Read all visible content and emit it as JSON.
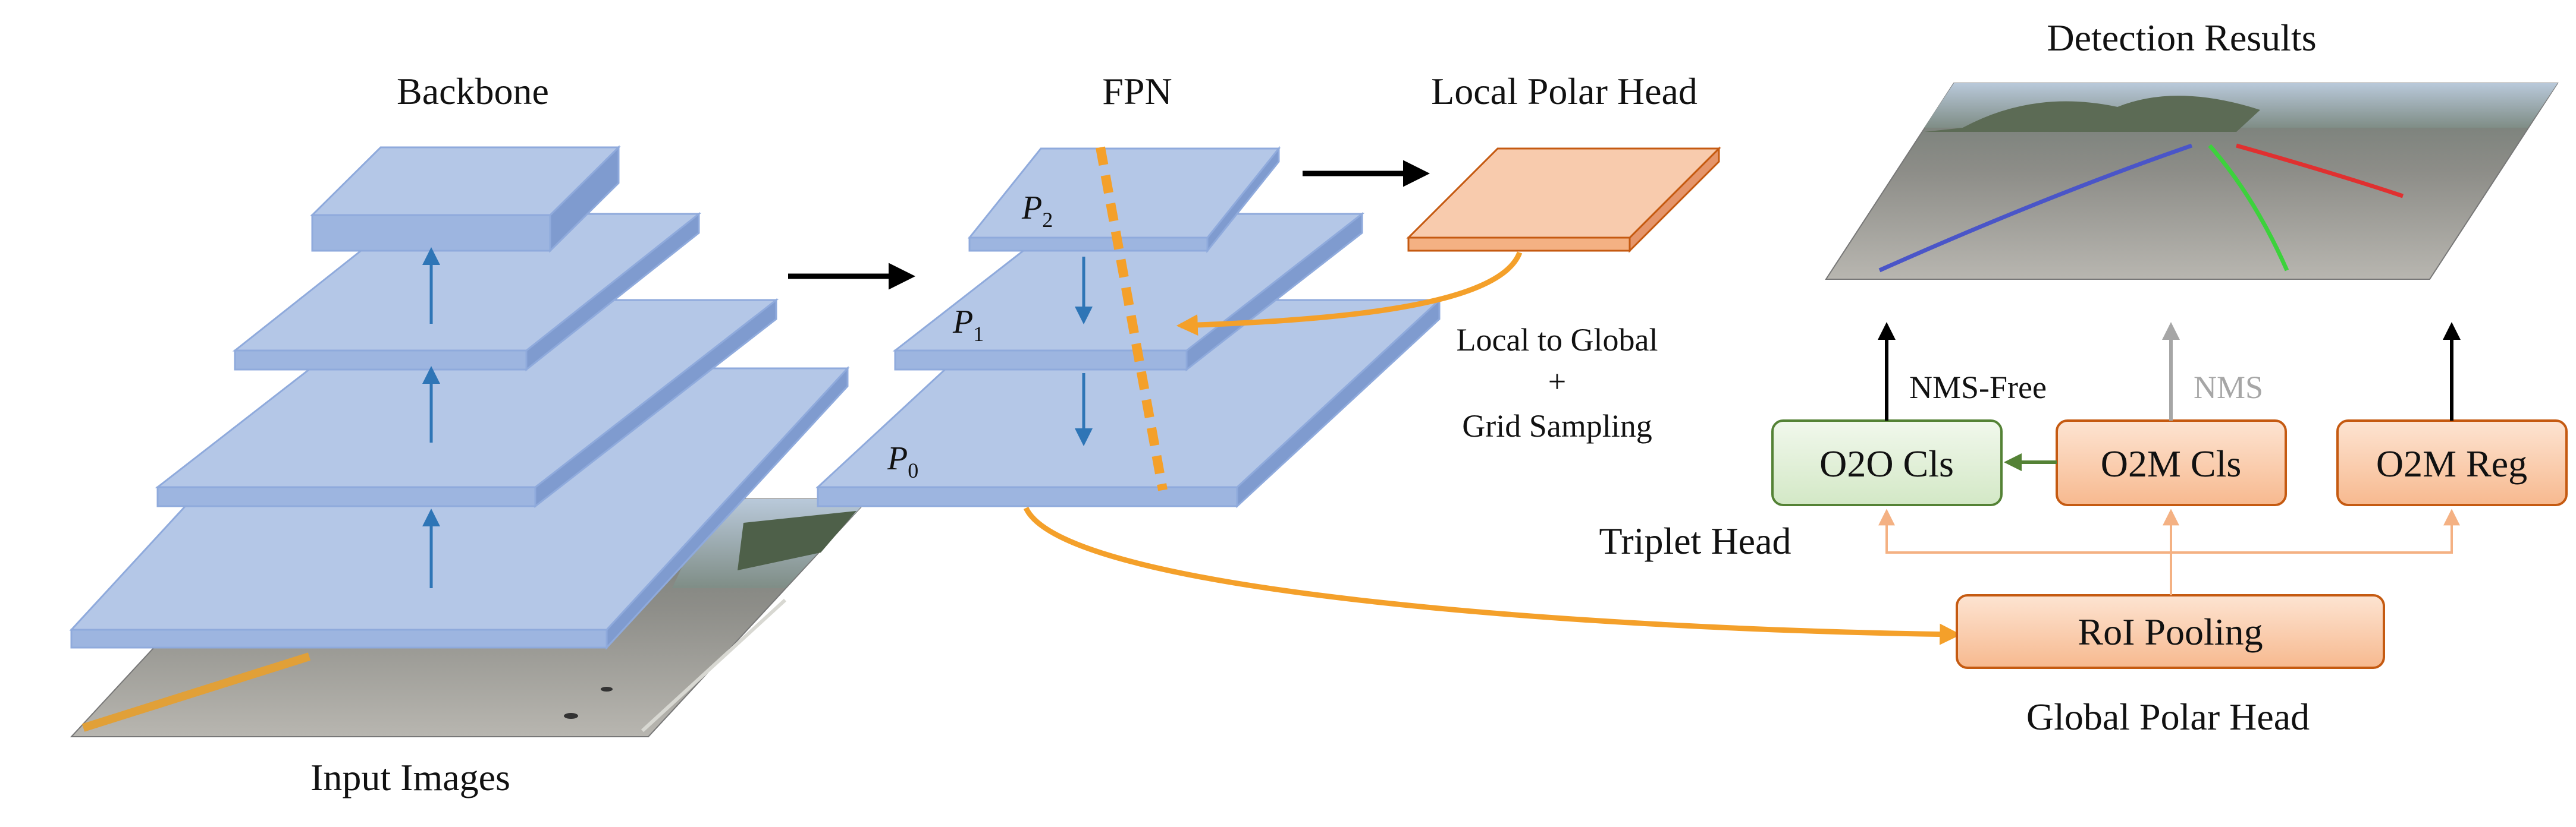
{
  "diagram": {
    "stage_titles": {
      "backbone": "Backbone",
      "fpn": "FPN",
      "local_polar_head": "Local Polar Head",
      "detection_results": "Detection Results",
      "input_images": "Input Images"
    },
    "fpn_levels": [
      {
        "name": "P",
        "sub": "2"
      },
      {
        "name": "P",
        "sub": "1"
      },
      {
        "name": "P",
        "sub": "0"
      }
    ],
    "local_to_global": {
      "line1": "Local to Global",
      "line2": "+",
      "line3": "Grid Sampling"
    },
    "heads": {
      "o2o_cls": "O2O Cls",
      "o2m_cls": "O2M Cls",
      "o2m_reg": "O2M Reg",
      "roi_pooling": "RoI Pooling",
      "triplet_head": "Triplet Head",
      "global_polar_head": "Global Polar Head"
    },
    "edge_labels": {
      "nms_free": "NMS-Free",
      "nms": "NMS"
    },
    "colors": {
      "plane_fill": "#b4c7e7",
      "plane_edge": "#8faadc",
      "blue_arrow": "#2e75b6",
      "orange": "#f4a02a",
      "orange_box": "#f8cbad",
      "orange_edge": "#c55a11",
      "green_box": "#e2f0d9",
      "green_edge": "#548235",
      "gray": "#a6a6a6",
      "lane_blue": "#4a55c8",
      "lane_green": "#3cd23c",
      "lane_red": "#e03030"
    }
  }
}
